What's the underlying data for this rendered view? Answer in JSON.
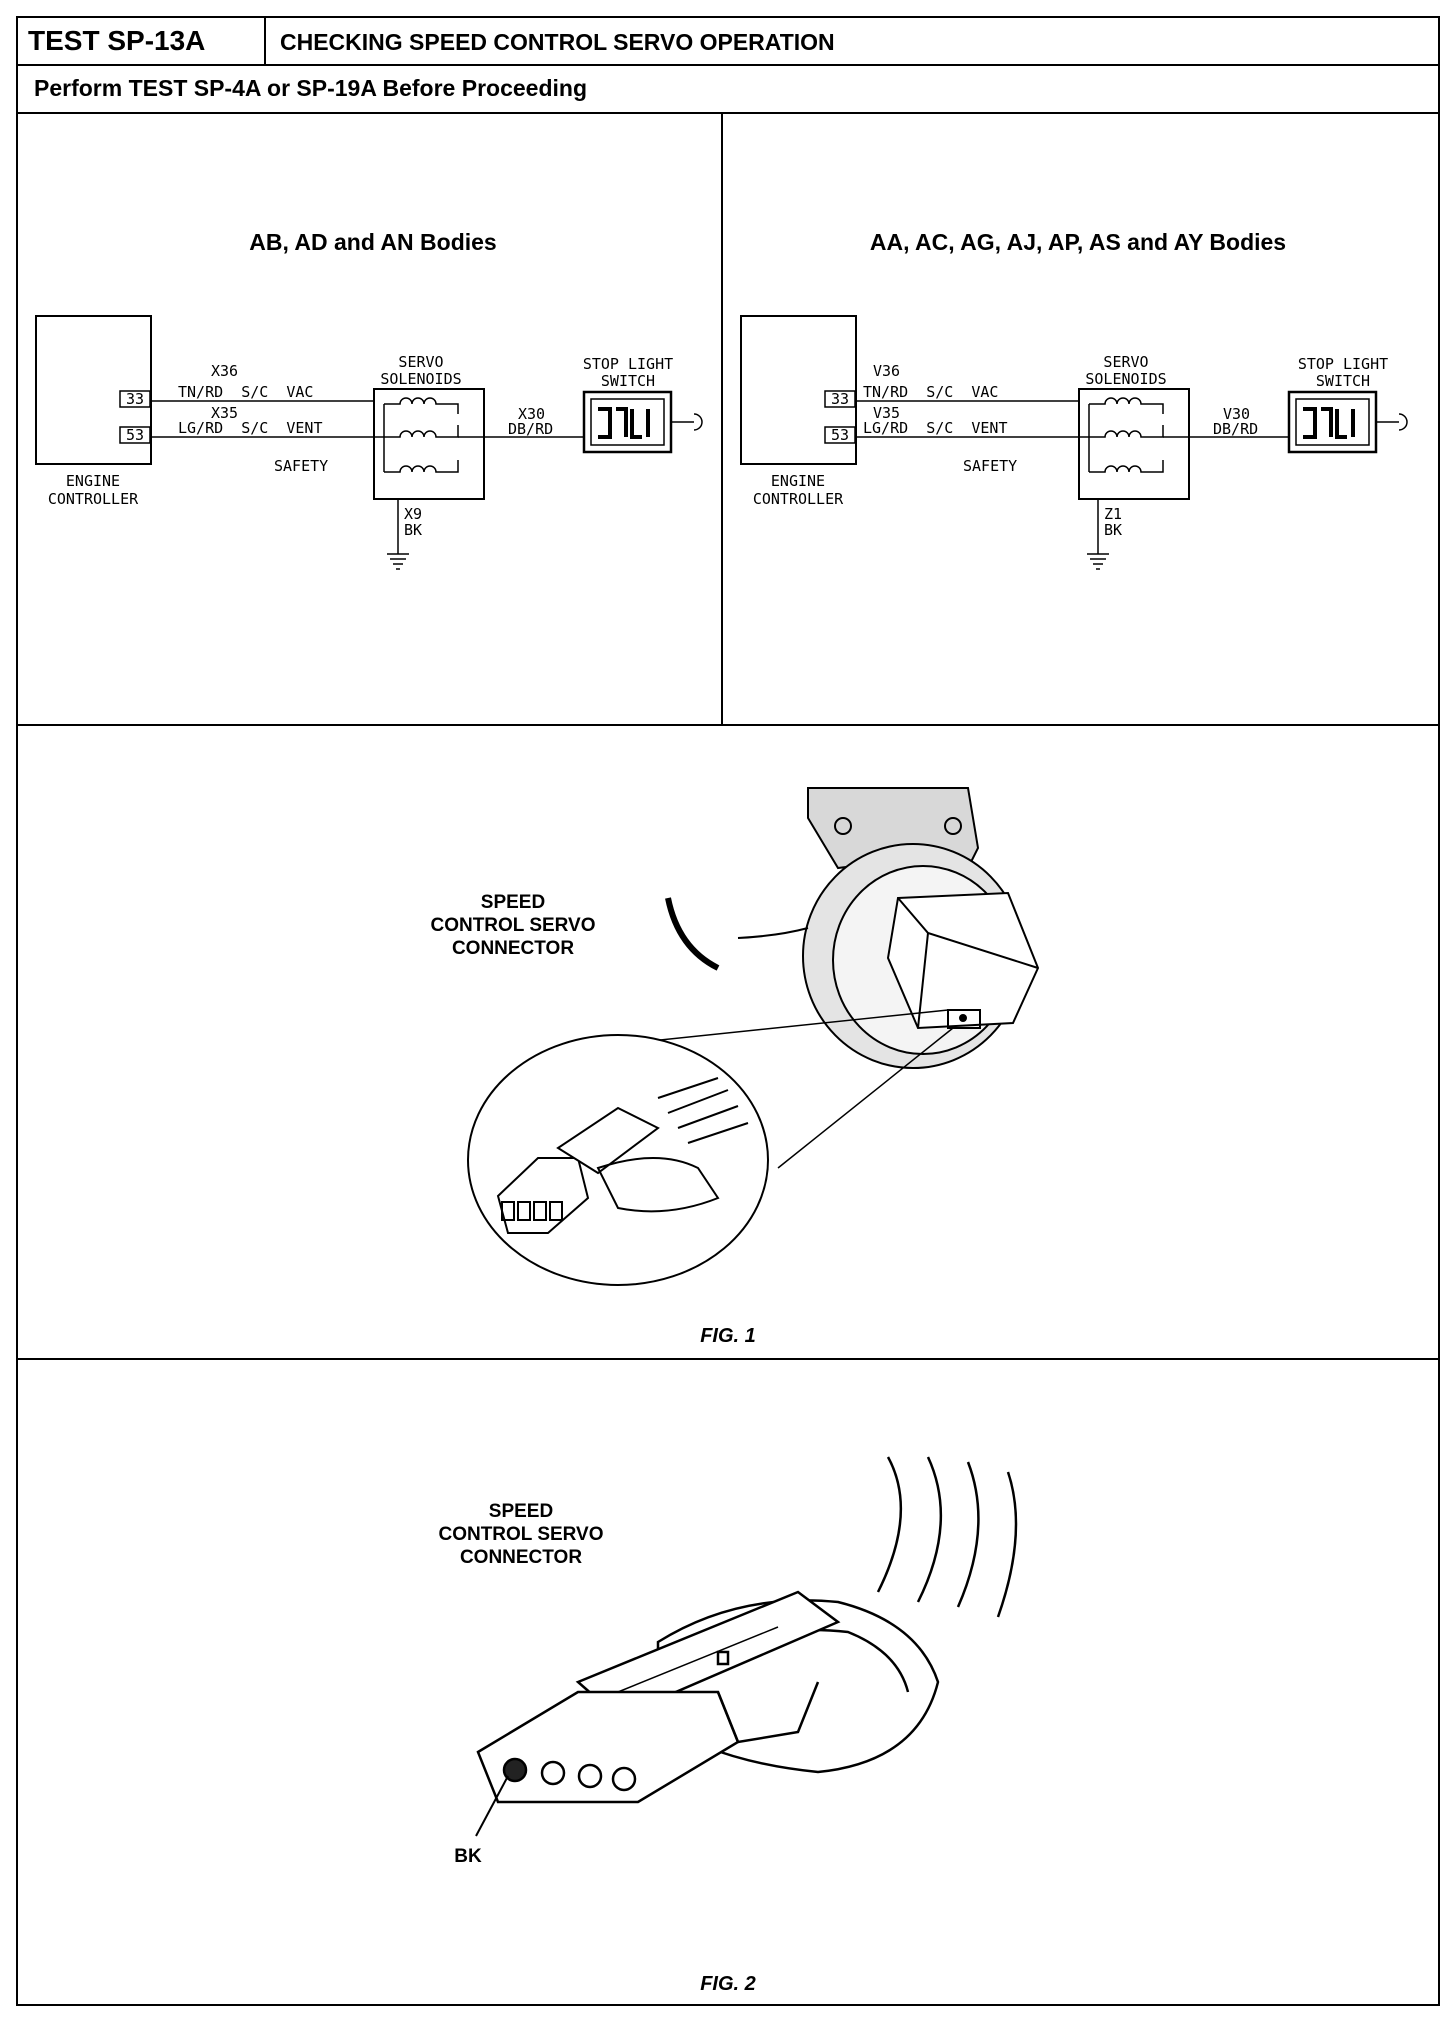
{
  "header": {
    "test_id": "TEST SP-13A",
    "title": "CHECKING SPEED CONTROL SERVO OPERATION",
    "prerequisite": "Perform TEST SP-4A or SP-19A Before Proceeding"
  },
  "wiring_left": {
    "title": "AB, AD and AN Bodies",
    "controller_line1": "ENGINE",
    "controller_line2": "CONTROLLER",
    "pin_top": "33",
    "pin_bottom": "53",
    "circuit_top": "X36",
    "wire_top": "TN/RD  S/C  VAC",
    "circuit_bottom": "X35",
    "wire_bottom": "LG/RD  S/C  VENT",
    "solenoid_line1": "SERVO",
    "solenoid_line2": "SOLENOIDS",
    "safety": "SAFETY",
    "switch_circuit": "X30",
    "switch_wire": "DB/RD",
    "switch_line1": "STOP LIGHT",
    "switch_line2": "SWITCH",
    "ground_circuit": "X9",
    "ground_color": "BK"
  },
  "wiring_right": {
    "title": "AA, AC, AG, AJ, AP, AS and AY Bodies",
    "controller_line1": "ENGINE",
    "controller_line2": "CONTROLLER",
    "pin_top": "33",
    "pin_bottom": "53",
    "circuit_top": "V36",
    "wire_top": "TN/RD  S/C  VAC",
    "circuit_bottom": "V35",
    "wire_bottom": "LG/RD  S/C  VENT",
    "solenoid_line1": "SERVO",
    "solenoid_line2": "SOLENOIDS",
    "safety": "SAFETY",
    "switch_circuit": "V30",
    "switch_wire": "DB/RD",
    "switch_line1": "STOP LIGHT",
    "switch_line2": "SWITCH",
    "ground_circuit": "Z1",
    "ground_color": "BK"
  },
  "fig1": {
    "label_line1": "SPEED",
    "label_line2": "CONTROL SERVO",
    "label_line3": "CONNECTOR",
    "caption": "FIG. 1"
  },
  "fig2": {
    "label_line1": "SPEED",
    "label_line2": "CONTROL SERVO",
    "label_line3": "CONNECTOR",
    "pin_label": "BK",
    "caption": "FIG. 2"
  }
}
